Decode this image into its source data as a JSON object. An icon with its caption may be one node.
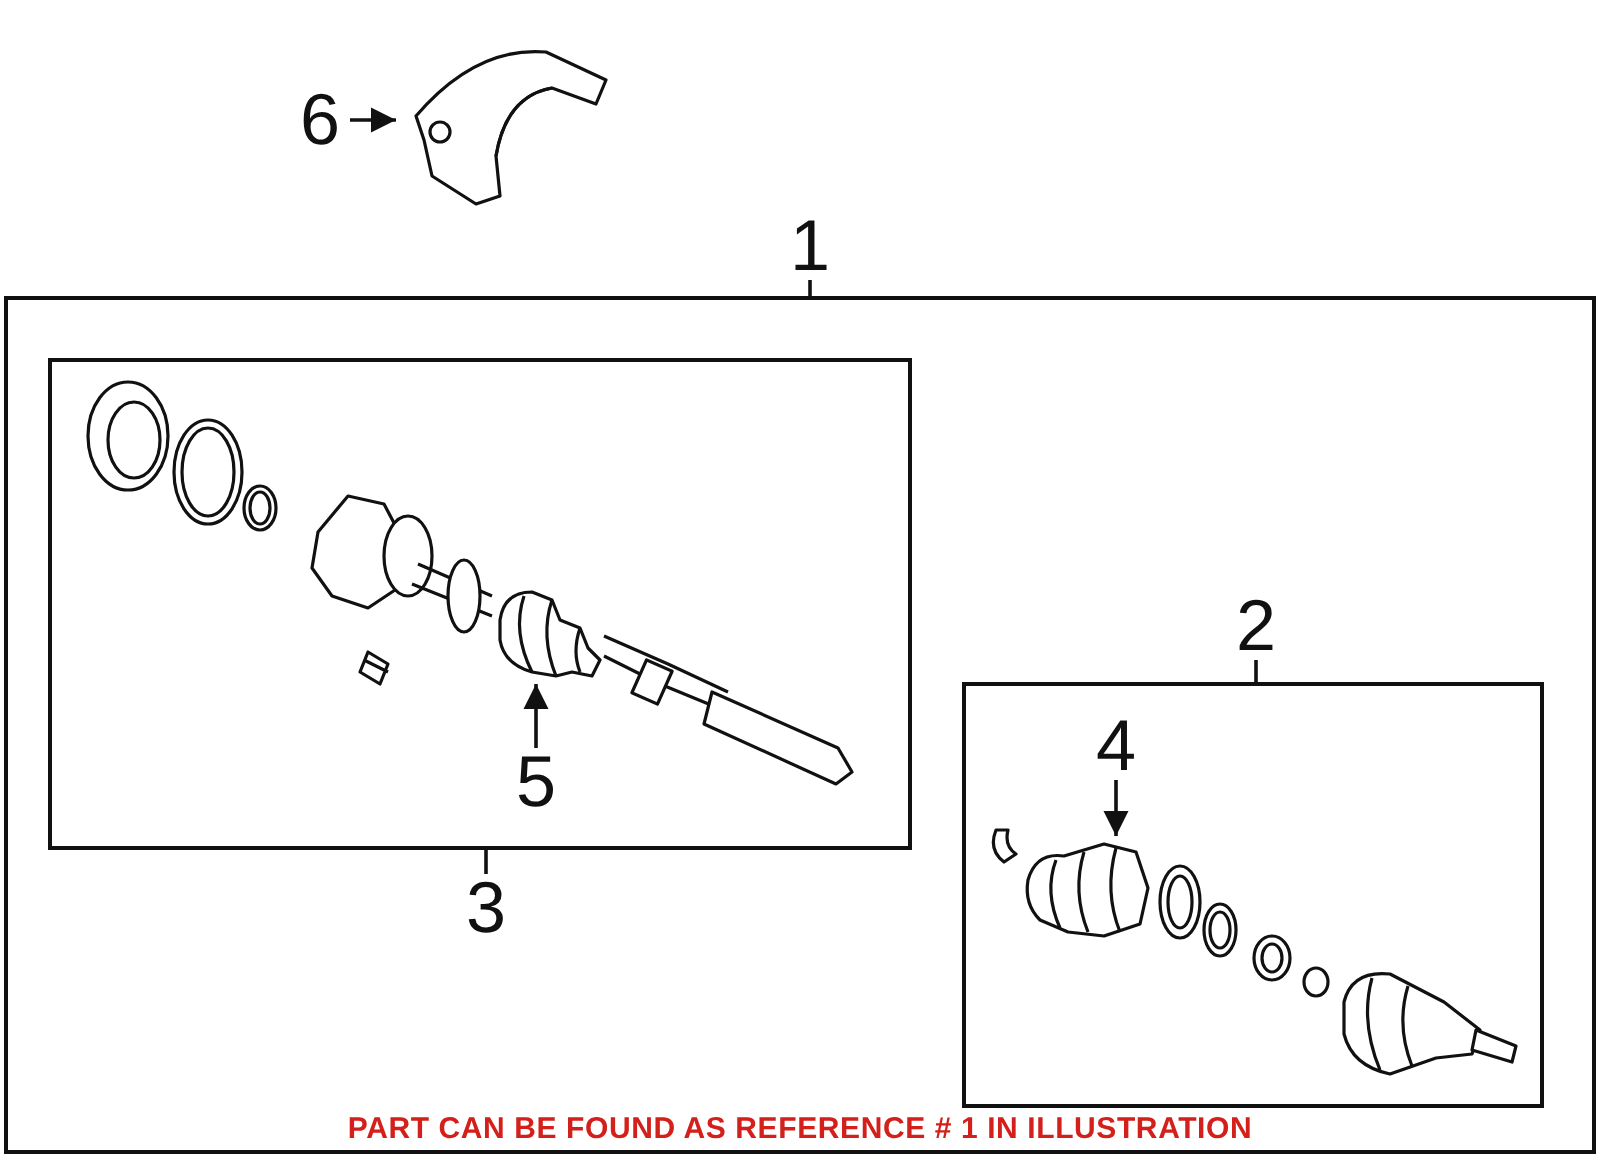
{
  "diagram": {
    "caption": "PART CAN BE FOUND AS REFERENCE # 1 IN ILLUSTRATION",
    "nodes": [
      {
        "text": [
          "6"
        ]
      },
      {
        "text": [],
        "shape": "picture"
      },
      {
        "text": [
          "1"
        ]
      },
      {
        "text": [],
        "shape": "box"
      },
      {
        "text": [],
        "shape": "box",
        "in": 3
      },
      {
        "text": [],
        "shape": "picture",
        "in": 4
      },
      {
        "text": [],
        "shape": "picture",
        "in": 5
      },
      {
        "text": [
          "5"
        ],
        "in": 4
      },
      {
        "text": [
          "3"
        ],
        "in": 3
      },
      {
        "text": [
          "2"
        ],
        "in": 3
      },
      {
        "text": [],
        "shape": "box",
        "in": 3
      },
      {
        "text": [
          "4"
        ],
        "in": 10
      },
      {
        "text": [],
        "shape": "picture",
        "in": 10
      },
      {
        "text": [],
        "shape": "picture",
        "in": 12
      }
    ],
    "edges": [
      {
        "from": 0,
        "to": 1,
        "arrow": "to"
      },
      {
        "from": 2,
        "to": 3,
        "arrow": "none"
      },
      {
        "from": 7,
        "to": 6,
        "arrow": "to"
      },
      {
        "from": 8,
        "to": 4,
        "arrow": "none"
      },
      {
        "from": 9,
        "to": 10,
        "arrow": "none"
      },
      {
        "from": 11,
        "to": 13,
        "arrow": "to"
      }
    ]
  }
}
